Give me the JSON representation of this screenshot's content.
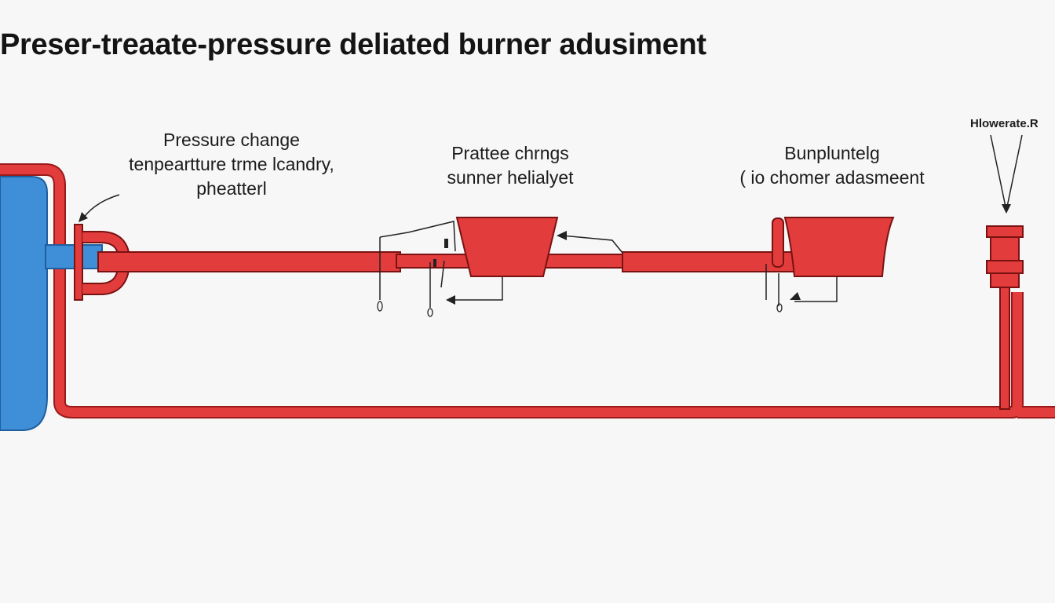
{
  "title": "Preser-treaate-pressure deliated burner adusiment",
  "labels": {
    "left": {
      "line1": "Pressure chanɡe",
      "line2": "tenpeartture trme lcandry,",
      "line3": "pheatterl"
    },
    "middle": {
      "line1": "Prattee chrngs",
      "line2": "sunner helialyet"
    },
    "right": {
      "line1": "Bunpluntelg",
      "line2": "( io chomer adasmeent"
    },
    "far_right": "Hlowerate.R"
  },
  "colors": {
    "pipe": "#e23c3c",
    "pipe_outline": "#9a1a1a",
    "tank": "#3f8fd8",
    "tank_outline": "#1f5f9f",
    "line": "#222222",
    "background": "#f7f7f7"
  }
}
